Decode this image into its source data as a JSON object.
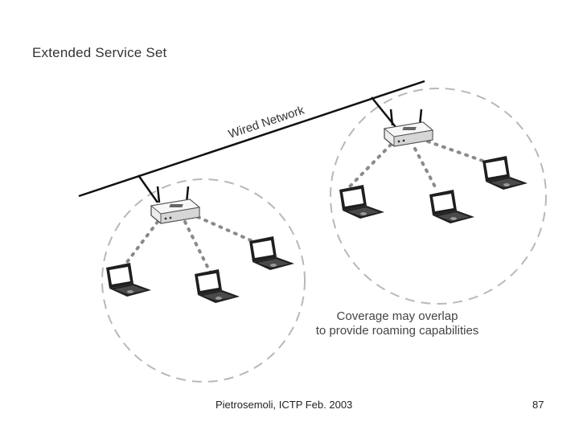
{
  "slide": {
    "title": "Extended Service Set",
    "network_label": "Wired Network",
    "caption_line1": "Coverage may overlap",
    "caption_line2": "to provide roaming capabilities",
    "footer_text": "Pietrosemoli, ICTP Feb. 2003",
    "page_number": "87"
  },
  "diagram": {
    "access_points": 2,
    "laptops_per_cell": 3,
    "colors": {
      "wire": "#111111",
      "coverage": "#b8b8b8",
      "link": "#8a8a8a",
      "device_body": "#e9e9e9",
      "laptop": "#2a2a2a"
    }
  }
}
